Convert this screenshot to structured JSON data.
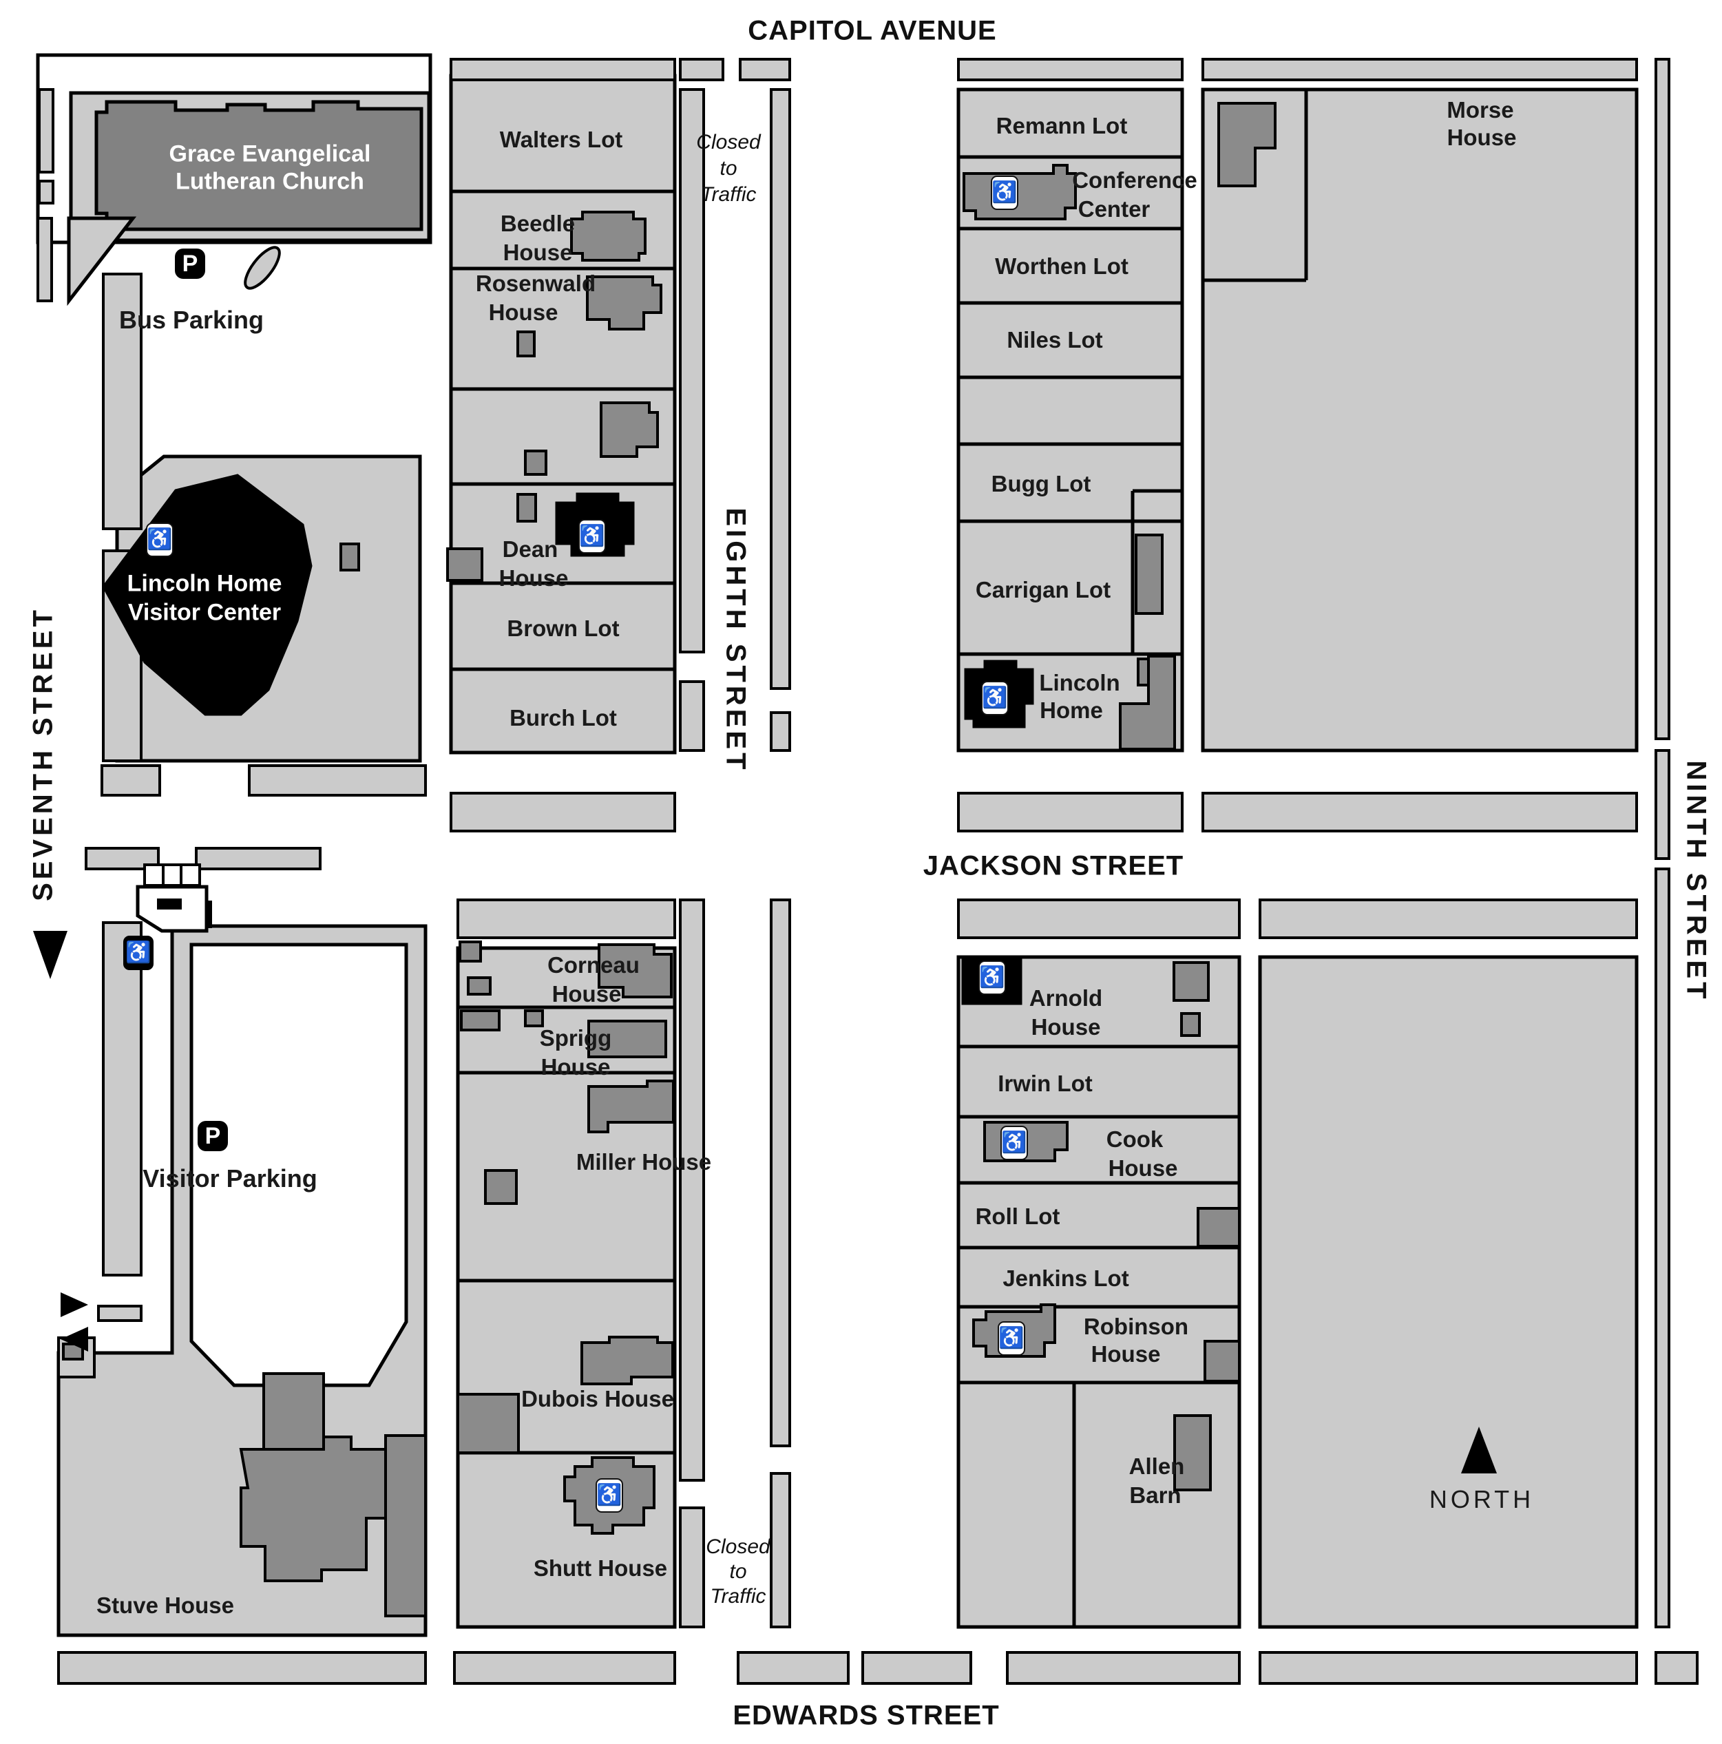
{
  "streets": {
    "capitol": "CAPITOL AVENUE",
    "jackson": "JACKSON STREET",
    "edwards": "EDWARDS STREET",
    "seventh": "SEVENTH STREET",
    "eighth": "EIGHTH STREET",
    "ninth": "NINTH STREET",
    "closed_to_traffic": [
      "Closed",
      "to",
      "Traffic"
    ],
    "north": "NORTH"
  },
  "labels": {
    "church": [
      "Grace Evangelical",
      "Lutheran Church"
    ],
    "bus_parking": "Bus Parking",
    "visitor_center": [
      "Lincoln Home",
      "Visitor Center"
    ],
    "visitor_parking": "Visitor Parking",
    "stuve": "Stuve House",
    "walters": "Walters Lot",
    "beedle": [
      "Beedle",
      "House"
    ],
    "rosenwald": [
      "Rosenwald",
      "House"
    ],
    "dean": [
      "Dean",
      "House"
    ],
    "brown": "Brown Lot",
    "burch": "Burch Lot",
    "remann": "Remann Lot",
    "conference": [
      "Conference",
      "Center"
    ],
    "worthen": "Worthen Lot",
    "niles": "Niles Lot",
    "bugg": "Bugg Lot",
    "carrigan": "Carrigan Lot",
    "lincoln_home": [
      "Lincoln",
      "Home"
    ],
    "morse": [
      "Morse",
      "House"
    ],
    "corneau": [
      "Corneau",
      "House"
    ],
    "sprigg": [
      "Sprigg",
      "House"
    ],
    "miller": "Miller House",
    "dubois": "Dubois House",
    "shutt": "Shutt House",
    "arnold": [
      "Arnold",
      "House"
    ],
    "irwin": "Irwin Lot",
    "cook": [
      "Cook",
      "House"
    ],
    "roll": "Roll Lot",
    "jenkins": "Jenkins Lot",
    "robinson": [
      "Robinson",
      "House"
    ],
    "allen": [
      "Allen",
      "Barn"
    ]
  },
  "icons": {
    "wheelchair": "♿",
    "parking": "P"
  },
  "colors": {
    "block_gray": "#cbcbcb",
    "building_gray": "#8b8b8b",
    "church_gray": "#828282",
    "black": "#000000",
    "white": "#ffffff"
  }
}
